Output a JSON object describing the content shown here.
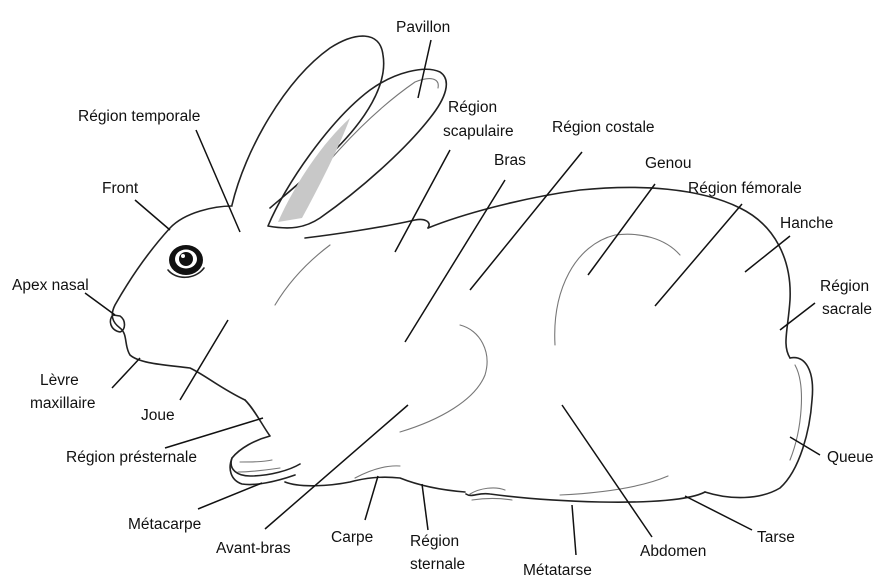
{
  "labels": {
    "pavillon": "Pavillon",
    "region_temporale": "Région temporale",
    "region_scapulaire_1": "Région",
    "region_scapulaire_2": "scapulaire",
    "region_costale": "Région costale",
    "bras": "Bras",
    "genou": "Genou",
    "region_femorale": "Région fémorale",
    "front": "Front",
    "hanche": "Hanche",
    "apex_nasal": "Apex nasal",
    "region_sacrale_1": "Région",
    "region_sacrale_2": "sacrale",
    "levre_maxillaire_1": "Lèvre",
    "levre_maxillaire_2": "maxillaire",
    "joue": "Joue",
    "region_presternale": "Région présternale",
    "queue": "Queue",
    "metacarpe": "Métacarpe",
    "carpe": "Carpe",
    "avant_bras": "Avant-bras",
    "region_sternale_1": "Région",
    "region_sternale_2": "sternale",
    "tarse": "Tarse",
    "abdomen": "Abdomen",
    "metatarse": "Métatarse"
  },
  "colors": {
    "outline": "#222222",
    "ear_inner_fill": "#c8c8c8",
    "eye": "#111111"
  }
}
